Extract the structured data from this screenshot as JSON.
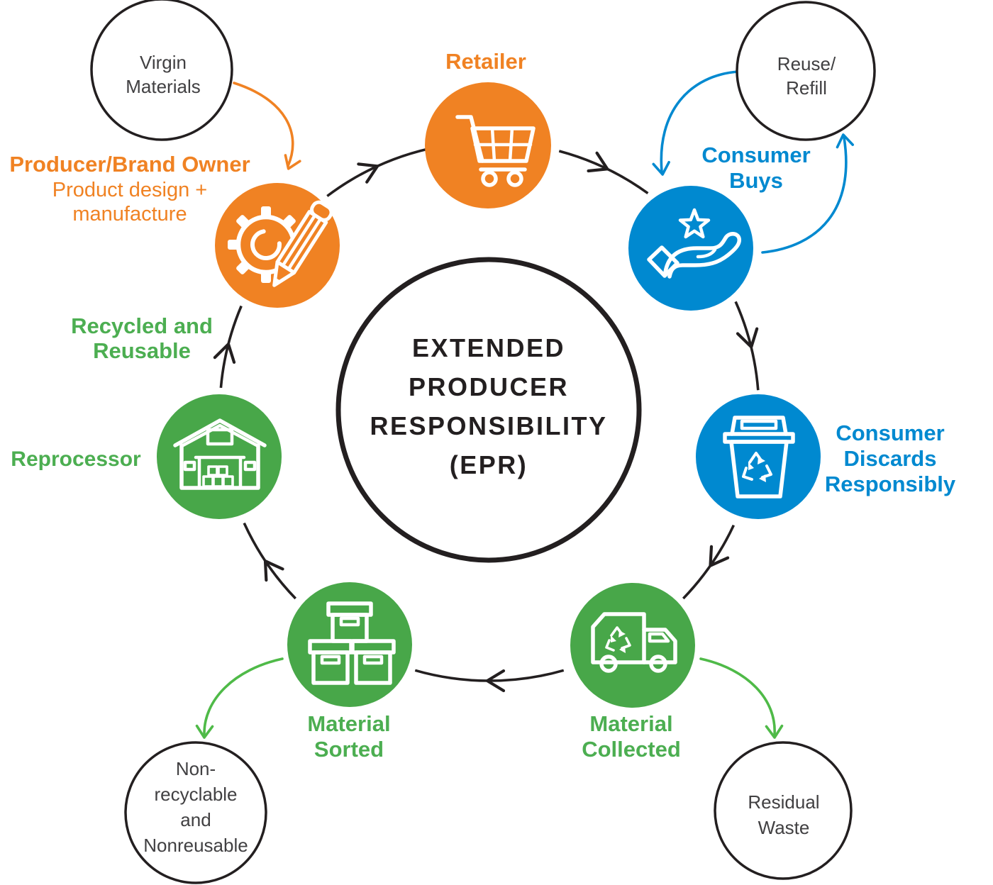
{
  "diagram_title": "EXTENDED PRODUCER RESPONSIBILITY (EPR)",
  "colors": {
    "orange": "#F08223",
    "blue": "#0089D0",
    "green": "#48A749",
    "green_text": "#4CAE51",
    "green_arrow": "#4FBA48",
    "black": "#231F20",
    "gray_text": "#414042"
  },
  "center": {
    "lines": [
      "EXTENDED",
      "PRODUCER",
      "RESPONSIBILITY",
      "(EPR)"
    ]
  },
  "nodes": {
    "producer": {
      "title": "Producer/Brand Owner",
      "subtitle_lines": [
        "Product design +",
        "manufacture"
      ],
      "icon": "gear-pencil-icon",
      "color": "orange"
    },
    "retailer": {
      "label": "Retailer",
      "icon": "shopping-cart-icon",
      "color": "orange"
    },
    "consumer_buys": {
      "lines": [
        "Consumer",
        "Buys"
      ],
      "icon": "hand-star-icon",
      "color": "blue"
    },
    "consumer_discards": {
      "lines": [
        "Consumer",
        "Discards",
        "Responsibly"
      ],
      "icon": "recycling-bin-icon",
      "color": "blue"
    },
    "material_collected": {
      "lines": [
        "Material",
        "Collected"
      ],
      "icon": "recycling-truck-icon",
      "color": "green"
    },
    "material_sorted": {
      "lines": [
        "Material",
        "Sorted"
      ],
      "icon": "stacked-boxes-icon",
      "color": "green"
    },
    "reprocessor": {
      "label": "Reprocessor",
      "icon": "warehouse-icon",
      "color": "green"
    }
  },
  "flow_labels": {
    "recycled_reusable": {
      "lines": [
        "Recycled and",
        "Reusable"
      ]
    }
  },
  "satellites": {
    "virgin_materials": {
      "lines": [
        "Virgin",
        "Materials"
      ]
    },
    "reuse_refill": {
      "lines": [
        "Reuse/",
        "Refill"
      ]
    },
    "non_recyclable": {
      "lines": [
        "Non-",
        "recyclable",
        "and",
        "Nonreusable"
      ]
    },
    "residual_waste": {
      "lines": [
        "Residual",
        "Waste"
      ]
    }
  },
  "cycle_order": [
    "producer",
    "retailer",
    "consumer_buys",
    "consumer_discards",
    "material_collected",
    "material_sorted",
    "reprocessor"
  ]
}
